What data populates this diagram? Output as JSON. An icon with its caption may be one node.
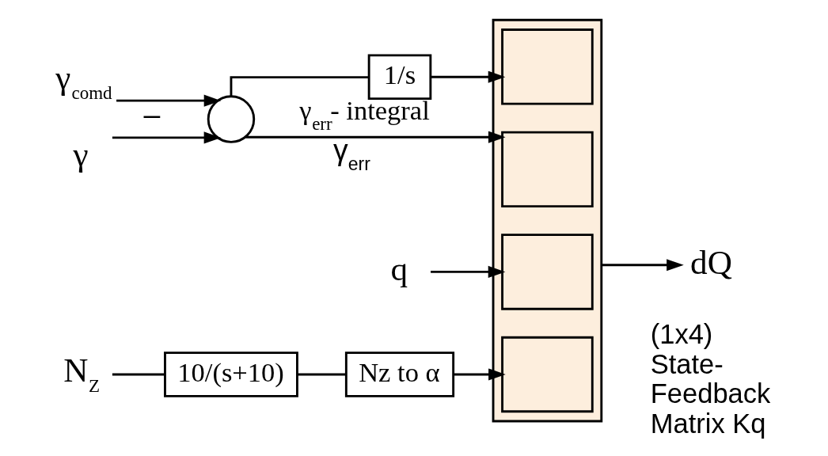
{
  "diagram": {
    "nodes": [
      {
        "text": [
          "γ$_{comd}$"
        ]
      },
      {
        "text": [
          "γ"
        ]
      },
      {
        "text": [],
        "shape": "circle"
      },
      {
        "text": [
          "1/s"
        ],
        "beside": [
          "γ$_{err}$- integral"
        ]
      },
      {
        "text": [],
        "shape": "box",
        "beside": [
          "(1x4) State- Feedback Matrix Kq"
        ]
      },
      {
        "text": [],
        "shape": "box",
        "in": 4
      },
      {
        "text": [],
        "shape": "box",
        "in": 4
      },
      {
        "text": [],
        "shape": "box",
        "in": 4
      },
      {
        "text": [],
        "shape": "box",
        "in": 4
      },
      {
        "text": [
          "q"
        ]
      },
      {
        "text": [
          "N$_{Z}$"
        ]
      },
      {
        "text": [
          "10/(s+10)"
        ]
      },
      {
        "text": [
          "Nz to α"
        ]
      },
      {
        "text": [
          "dQ"
        ]
      }
    ],
    "edges": [
      {
        "from": 0,
        "to": 2,
        "arrow": "to",
        "label": "–"
      },
      {
        "from": 1,
        "to": 2,
        "arrow": "to"
      },
      {
        "from": 2,
        "to": 3,
        "arrow": "none"
      },
      {
        "from": 2,
        "to": 6,
        "arrow": "to",
        "label": "γ$_{err}$"
      },
      {
        "from": 3,
        "to": 5,
        "arrow": "to"
      },
      {
        "from": 9,
        "to": 7,
        "arrow": "to"
      },
      {
        "from": 10,
        "to": 11,
        "arrow": "none"
      },
      {
        "from": 11,
        "to": 12,
        "arrow": "none"
      },
      {
        "from": 12,
        "to": 8,
        "arrow": "to"
      },
      {
        "from": 4,
        "to": 13,
        "arrow": "to"
      }
    ]
  }
}
